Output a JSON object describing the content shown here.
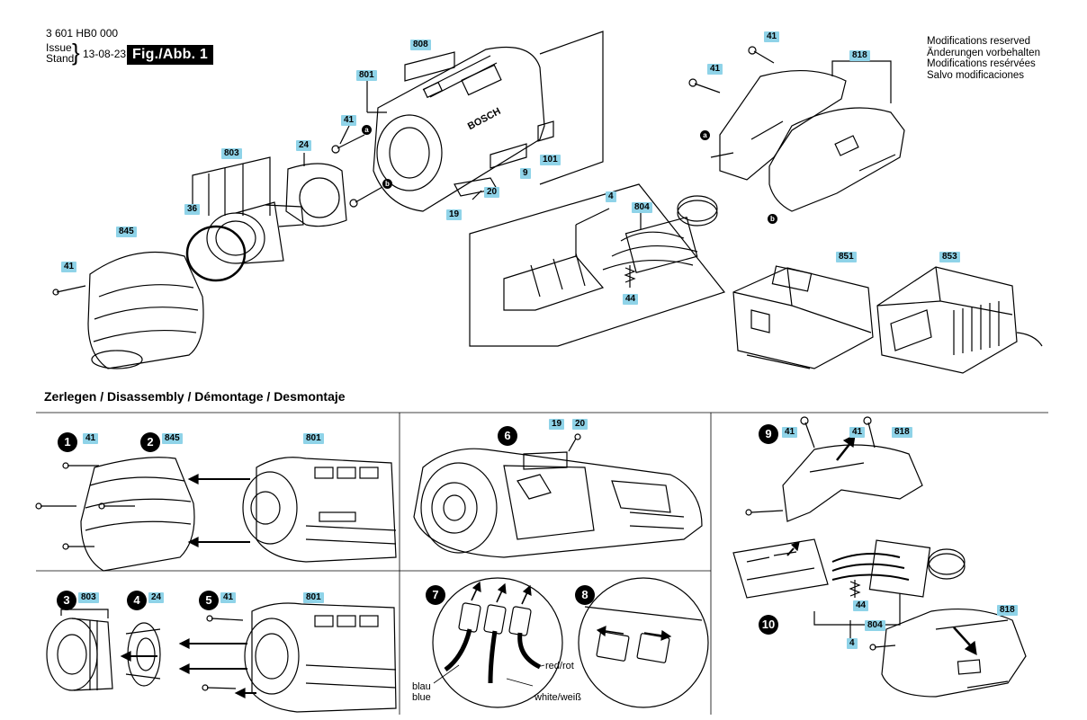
{
  "header": {
    "part_number": "3 601 HB0 000",
    "issue_label": "Issue",
    "stand_label": "Stand",
    "date": "13-08-23",
    "fig_tag": "Fig./Abb. 1"
  },
  "modifications": [
    "Modifications reserved",
    "Änderungen vorbehalten",
    "Modifications resérvées",
    "Salvo modificaciones"
  ],
  "section_title": "Zerlegen / Disassembly / Démontage / Desmontaje",
  "top_labels": {
    "l808": "808",
    "l801": "801",
    "l41a": "41",
    "l24": "24",
    "l803": "803",
    "l36": "36",
    "l845": "845",
    "l41b": "41",
    "l9": "9",
    "l101": "101",
    "l20": "20",
    "l19": "19",
    "l41c": "41",
    "l41d": "41",
    "l818": "818",
    "l4": "4",
    "l804": "804",
    "l44": "44",
    "l851": "851",
    "l853": "853"
  },
  "markers": {
    "a": "a",
    "b": "b"
  },
  "steps": {
    "s1": "1",
    "s2": "2",
    "s3": "3",
    "s4": "4",
    "s5": "5",
    "s6": "6",
    "s7": "7",
    "s8": "8",
    "s9": "9",
    "s10": "10"
  },
  "step_labels": {
    "p1_41": "41",
    "p1_845": "845",
    "p1_801": "801",
    "p3_803": "803",
    "p3_24": "24",
    "p3_41": "41",
    "p3_801": "801",
    "p6_19": "19",
    "p6_20": "20",
    "p9_41a": "41",
    "p9_41b": "41",
    "p9_818": "818",
    "p10_44": "44",
    "p10_804": "804",
    "p10_4": "4",
    "p10_818": "818"
  },
  "wires": {
    "blue": "blau\nblue",
    "red": "red/rot",
    "white": "white/weiß"
  },
  "brand": "BOSCH"
}
